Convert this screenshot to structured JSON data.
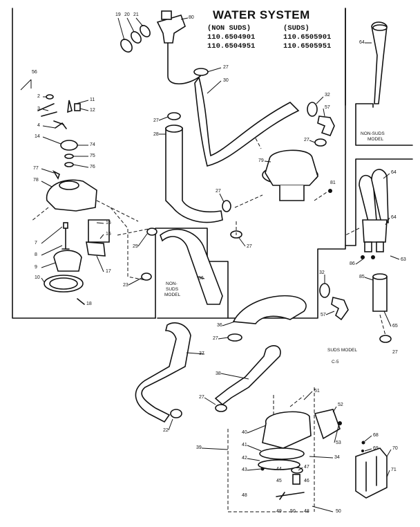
{
  "title": "WATER SYSTEM",
  "models": {
    "non_suds_label": "(NON SUDS)",
    "suds_label": "(SUDS)",
    "non_suds_1": "110.6504901",
    "non_suds_2": "110.6504951",
    "suds_1": "110.6505901",
    "suds_2": "110.6505951"
  },
  "notes": {
    "non_suds_model_top_1": "NON-SUDS",
    "non_suds_model_top_2": "MODEL",
    "non_suds_model_mid_1": "NON-",
    "non_suds_model_mid_2": "SUDS",
    "non_suds_model_mid_3": "MODEL",
    "suds_model": "SUDS MODEL",
    "page_code": "C-5"
  },
  "callouts": {
    "p19": "19",
    "p20": "20",
    "p21": "21",
    "p80": "80",
    "p27a": "27",
    "p30": "30",
    "p27b": "27",
    "p28": "28",
    "p32a": "32",
    "p57a": "57",
    "p27c": "27",
    "p64a": "64",
    "p56": "56",
    "p2": "2",
    "p11": "11",
    "p3": "3",
    "p12": "12",
    "p4": "4",
    "p14": "14",
    "p74": "74",
    "p75": "75",
    "p76": "76",
    "p77": "77",
    "p78": "78",
    "p7": "7",
    "p16": "16",
    "p15": "15",
    "p8": "8",
    "p17": "17",
    "p9": "9",
    "p10": "10",
    "p18": "18",
    "p79": "79",
    "p27d": "27",
    "p81": "81",
    "p27e": "27",
    "p29": "29",
    "p36a": "36",
    "p23": "23",
    "p64b": "64",
    "p64c": "64",
    "p86": "86",
    "p63": "63",
    "p85": "85",
    "p65": "65",
    "p32b": "32",
    "p57b": "57",
    "p36b": "36",
    "p27f": "27",
    "p37": "37",
    "p38": "38",
    "p27g": "27",
    "p22": "22",
    "p27h": "27",
    "p51": "51",
    "p52": "52",
    "p53": "53",
    "p40": "40",
    "p41": "41",
    "p39": "39",
    "p34": "34",
    "p42": "42",
    "p47": "47",
    "p43": "43",
    "p44": "44",
    "p45": "45",
    "p46": "46",
    "p48a": "48",
    "p49": "49",
    "p50": "50",
    "p48b": "48",
    "p50b": "50",
    "p68": "68",
    "p69": "69",
    "p70": "70",
    "p71": "71"
  }
}
